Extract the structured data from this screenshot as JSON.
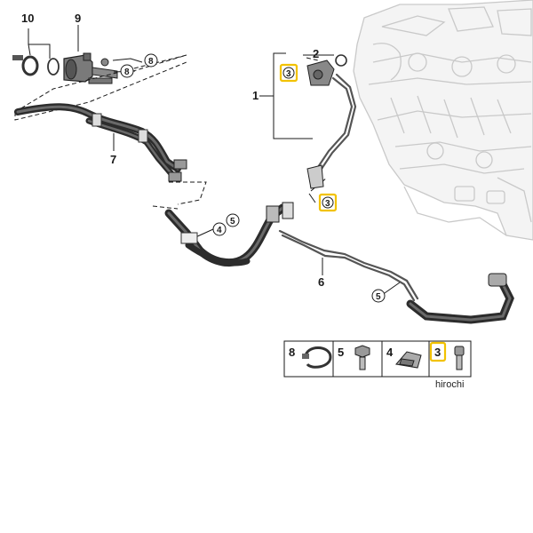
{
  "diagram": {
    "callouts": {
      "c10": "10",
      "c9": "9",
      "c8a": "8",
      "c8b": "8",
      "c2": "2",
      "c3a": "3",
      "c1": "1",
      "c7": "7",
      "c3b": "3",
      "c4": "4",
      "c5a": "5",
      "c6": "6",
      "c5b": "5"
    },
    "legend": {
      "items": [
        {
          "number": "8",
          "icon": "hose-clamp-icon"
        },
        {
          "number": "5",
          "icon": "hex-bolt-icon"
        },
        {
          "number": "4",
          "icon": "clip-nut-icon"
        },
        {
          "number": "3",
          "icon": "socket-bolt-icon",
          "highlighted": true
        }
      ]
    },
    "watermark": "hirochi",
    "colors": {
      "highlight": "#f2c200",
      "line": "#1a1a1a",
      "hose": "#3a3a3a",
      "engine": "#c8c8c8"
    }
  }
}
